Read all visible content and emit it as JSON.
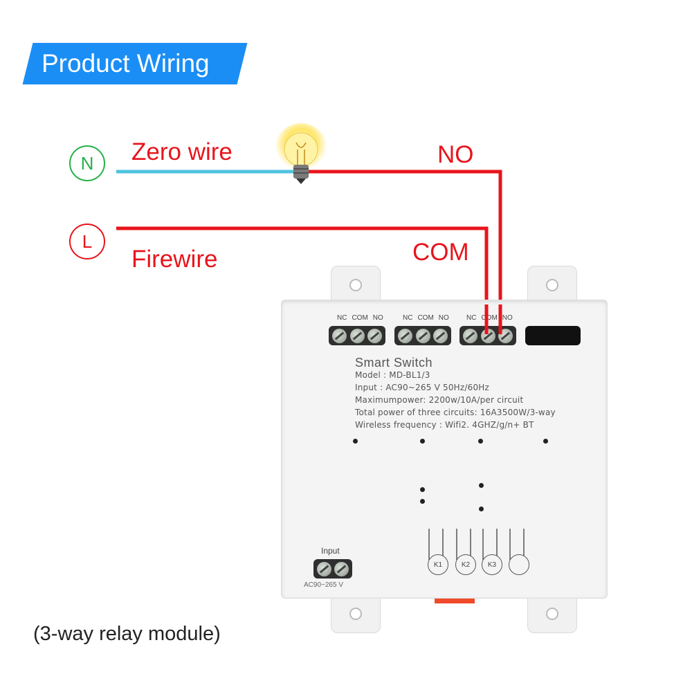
{
  "title": "Product Wiring",
  "neutral": {
    "symbol": "N",
    "label": "Zero wire",
    "color": "#26b04a",
    "wire_color": "#4fc3e0"
  },
  "live": {
    "symbol": "L",
    "label": "Firewire",
    "color": "#e8141c",
    "wire_color": "#e8141c"
  },
  "relay_labels": {
    "no": "NO",
    "com": "COM"
  },
  "module": {
    "terminal_groups": [
      {
        "labels": [
          "NC",
          "COM",
          "NO"
        ]
      },
      {
        "labels": [
          "NC",
          "COM",
          "NO"
        ]
      },
      {
        "labels": [
          "NC",
          "COM",
          "NO"
        ]
      }
    ],
    "name": "Smart Switch",
    "specs": [
      "Model : MD-BL1/3",
      "Input :  AC90~265 V  50Hz/60Hz",
      "Maximumpower: 2200w/10A/per circuit",
      "Total power of three circuits: 16A3500W/3-way",
      "Wireless frequency : Wifi2. 4GHZ/g/n+ BT"
    ],
    "input_label": "Input",
    "input_voltage": "AC90~265 V",
    "keys": [
      "K1",
      "K2",
      "K3",
      ""
    ]
  },
  "caption": "(3-way relay module)"
}
